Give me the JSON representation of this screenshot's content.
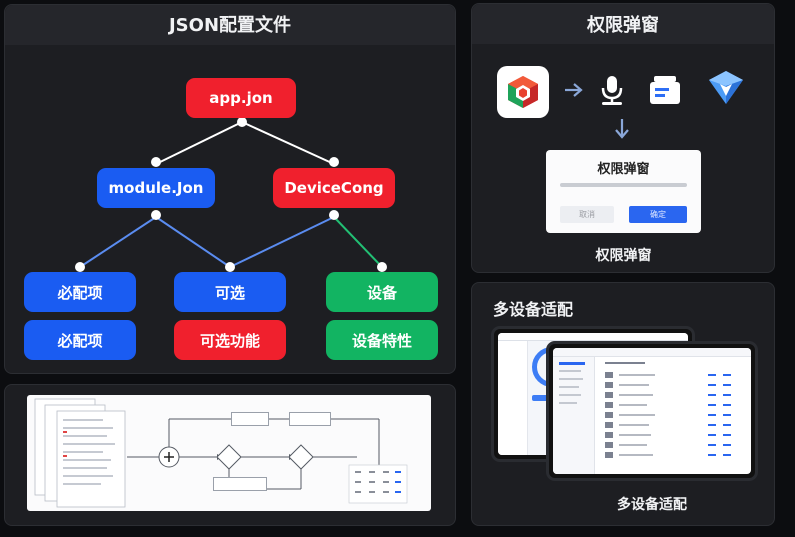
{
  "json_panel": {
    "title": "JSON配置文件",
    "root": "app.jon",
    "level1": [
      "module.Jon",
      "DeviceCong"
    ],
    "level2": [
      "必配项",
      "可选",
      "设备"
    ],
    "level3": [
      "必配项",
      "可选功能",
      "设备特性"
    ]
  },
  "permission_panel": {
    "title": "权限弹窗",
    "dialog_title": "权限弹窗",
    "dialog_buttons": [
      "取消",
      "确定"
    ],
    "caption": "权限弹窗"
  },
  "multidevice_panel": {
    "title": "多设备适配",
    "caption": "多设备适配"
  },
  "colors": {
    "red": "#f0202d",
    "blue": "#1a5cf2",
    "green": "#12b462",
    "panel": "#1d1e22"
  },
  "icons": [
    "app-logo-icon",
    "arrow-right-icon",
    "microphone-permission-icon",
    "document-icon",
    "shield-icon",
    "arrow-down-icon"
  ]
}
